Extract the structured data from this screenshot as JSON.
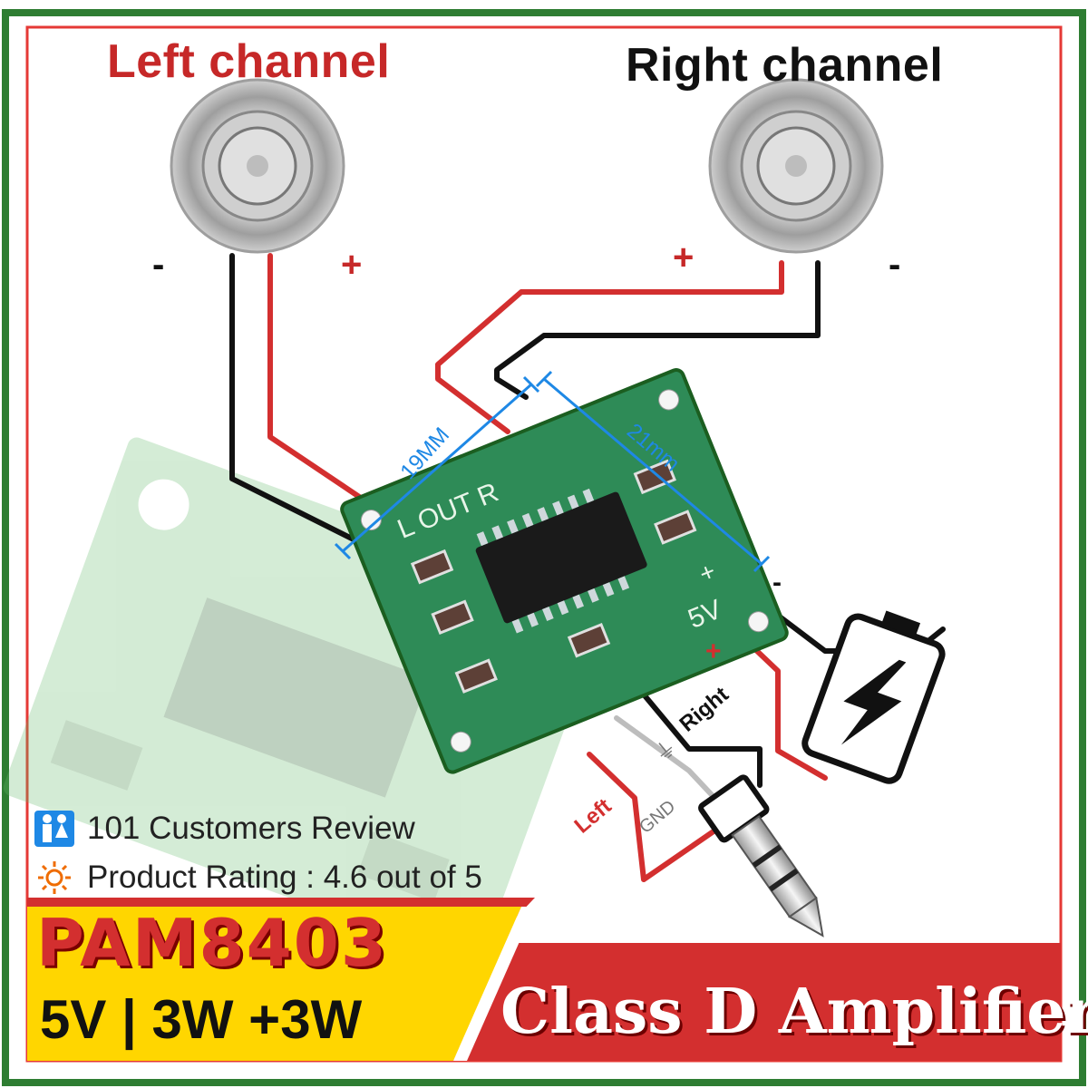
{
  "labels": {
    "left_channel": "Left channel",
    "right_channel": "Right channel",
    "minus": "-",
    "plus": "+"
  },
  "board": {
    "dim_width": "19MM",
    "dim_length": "21mm",
    "silkscreen_out": "L OUT R",
    "silkscreen_power": "5V",
    "plus": "+",
    "minus": "-"
  },
  "input_labels": {
    "left": "Left",
    "right": "Right",
    "gnd": "GND",
    "ground_symbol": "⏚"
  },
  "info": {
    "reviews_icon": "people-icon",
    "reviews_text": "101 Customers Review",
    "rating_icon": "sun-icon",
    "rating_text": "Product Rating : 4.6 out of 5"
  },
  "banner": {
    "model": "PAM8403",
    "specs": "5V | 3W +3W",
    "subtitle": "Class D Amplifier"
  },
  "colors": {
    "frame_green": "#2e7d32",
    "wire_red": "#d32f2f",
    "wire_black": "#111111",
    "pcb_green": "#2e8b57",
    "banner_red": "#d32f2f",
    "banner_yellow": "#ffd600",
    "dimension_blue": "#1e88e5"
  }
}
